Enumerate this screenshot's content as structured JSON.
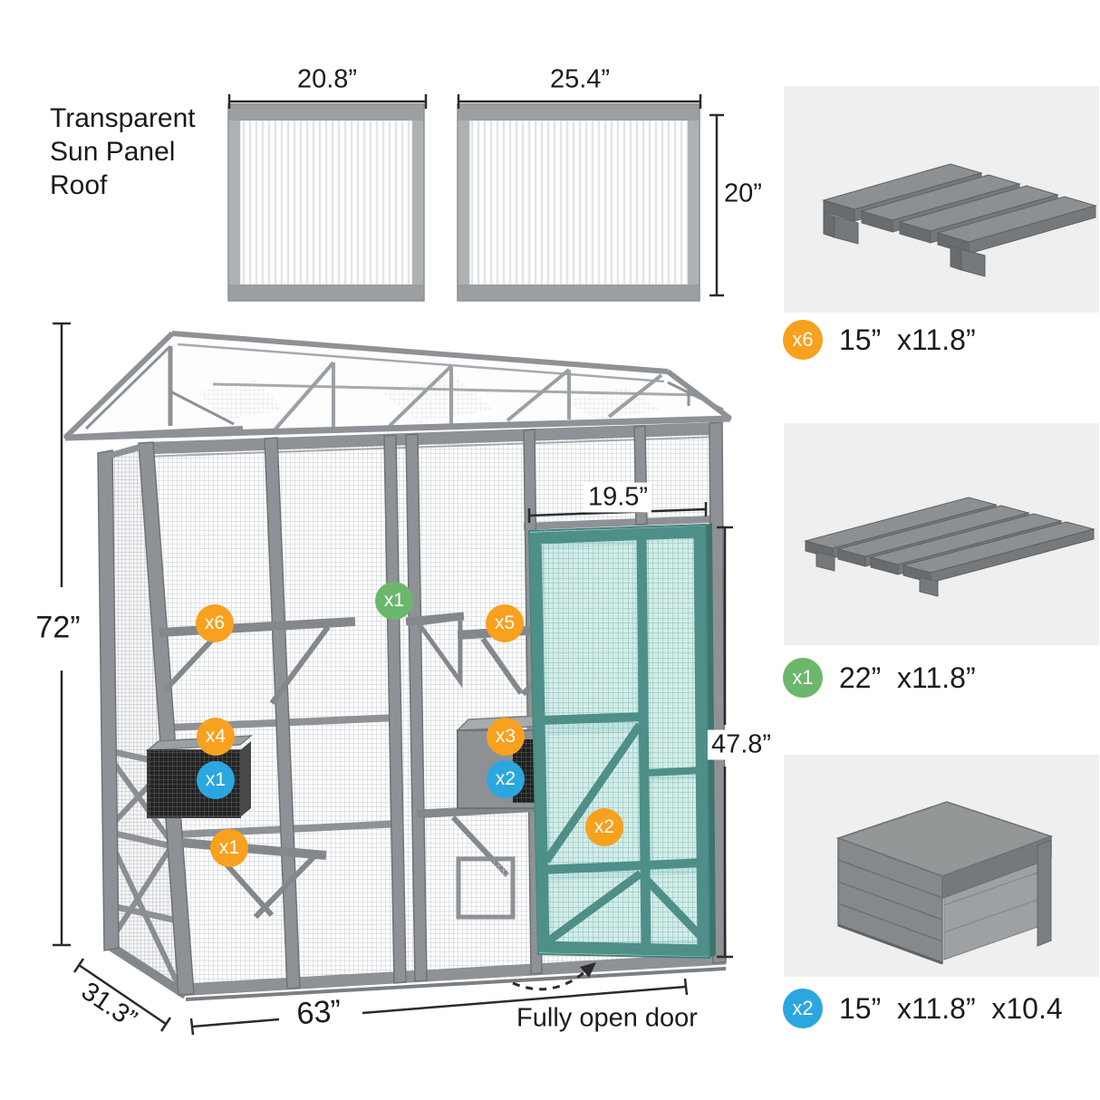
{
  "title": {
    "lines": [
      "Transparent",
      "Sun Panel",
      "Roof"
    ]
  },
  "panels": {
    "width1": "20.8”",
    "width2": "25.4”",
    "height": "20”"
  },
  "cage": {
    "height": "72”",
    "width": "63”",
    "depth": "31.3”"
  },
  "door": {
    "width": "19.5”",
    "height": "47.8”",
    "note": "Fully open door"
  },
  "markers": [
    {
      "label": "x6",
      "color": "orange"
    },
    {
      "label": "x1",
      "color": "green"
    },
    {
      "label": "x5",
      "color": "orange"
    },
    {
      "label": "x4",
      "color": "orange"
    },
    {
      "label": "x1",
      "color": "blue"
    },
    {
      "label": "x3",
      "color": "orange"
    },
    {
      "label": "x2",
      "color": "blue"
    },
    {
      "label": "x1",
      "color": "orange"
    },
    {
      "label": "x2",
      "color": "orange"
    }
  ],
  "parts": [
    {
      "qty": "x6",
      "color": "orange",
      "size": "15”  x11.8”"
    },
    {
      "qty": "x1",
      "color": "green",
      "size": "22”  x11.8”"
    },
    {
      "qty": "x2",
      "color": "blue",
      "size": "15”  x11.8”  x10.4"
    }
  ],
  "colors": {
    "orange": "#F7A11E",
    "green": "#6CB76C",
    "blue": "#2BA7DF",
    "door_teal": "#4E8F88",
    "door_mesh": "#BFE4E0",
    "frame_gray": "#8E9296",
    "panel_bg": "#EFEFEF",
    "line": "#2B2B2B"
  }
}
